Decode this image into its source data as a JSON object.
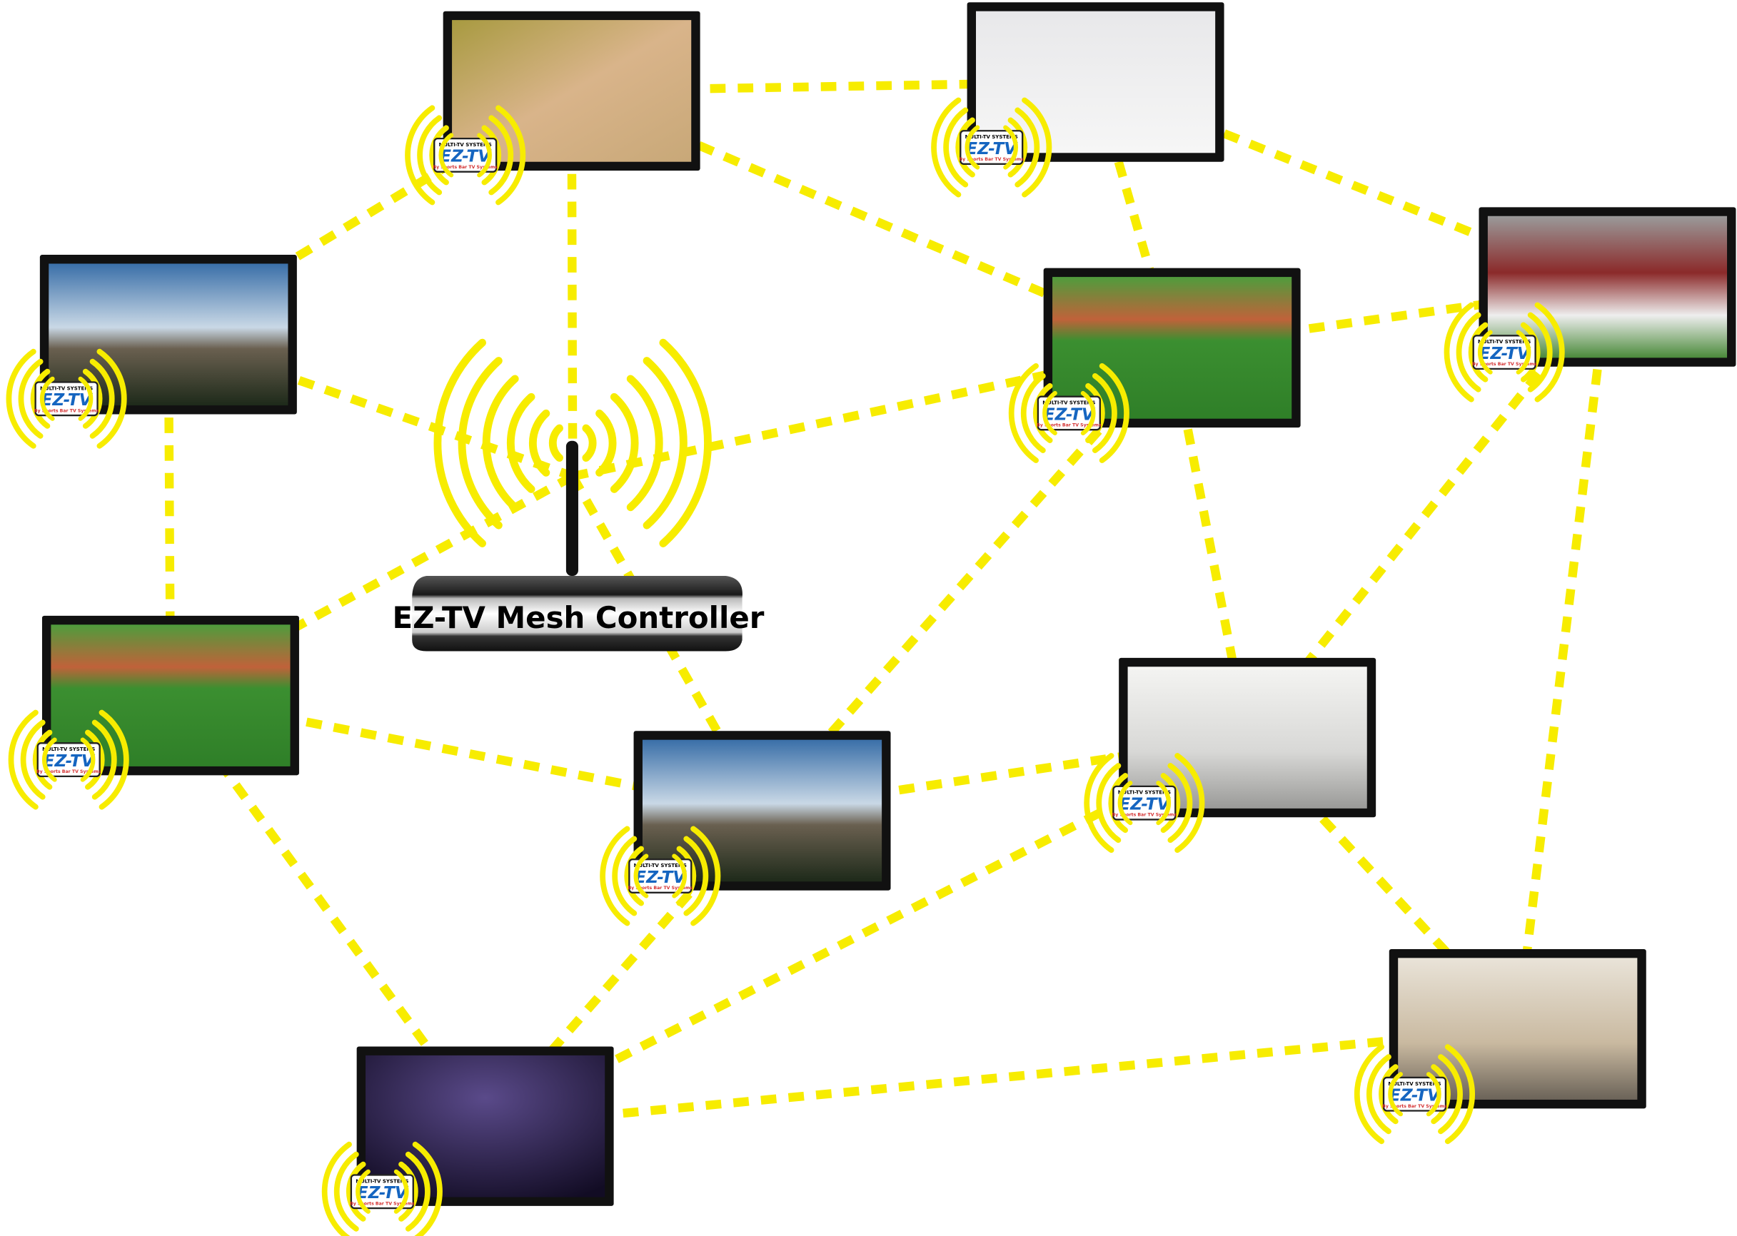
{
  "controller": {
    "label": "EZ-TV Mesh Controller"
  },
  "badge": {
    "top": "MULTI-TV SYSTEMS",
    "logo": "EZ-TV",
    "bottom": "By Sports Bar TV Systems"
  },
  "colors": {
    "mesh_line": "#f7ec00",
    "tv_frame": "#111111",
    "logo_blue": "#1565c0",
    "logo_red": "#d32f2f"
  },
  "nodes": [
    "tv-dance",
    "tv-hockey",
    "tv-baseball-left",
    "tv-football-center",
    "tv-football-right",
    "tv-football-left",
    "tv-baseball-center",
    "tv-kitchen",
    "tv-basketball",
    "tv-cooking"
  ],
  "edges": [
    [
      "tv-dance",
      "tv-hockey"
    ],
    [
      "tv-dance",
      "tv-baseball-left"
    ],
    [
      "tv-dance",
      "controller"
    ],
    [
      "tv-dance",
      "tv-football-center"
    ],
    [
      "tv-hockey",
      "tv-football-center"
    ],
    [
      "tv-hockey",
      "tv-football-right"
    ],
    [
      "tv-baseball-left",
      "controller"
    ],
    [
      "tv-baseball-left",
      "tv-football-left"
    ],
    [
      "controller",
      "tv-football-center"
    ],
    [
      "controller",
      "tv-football-left"
    ],
    [
      "controller",
      "tv-baseball-center"
    ],
    [
      "tv-football-center",
      "tv-football-right"
    ],
    [
      "tv-football-center",
      "tv-baseball-center"
    ],
    [
      "tv-football-center",
      "tv-kitchen"
    ],
    [
      "tv-football-right",
      "tv-kitchen"
    ],
    [
      "tv-football-right",
      "tv-cooking"
    ],
    [
      "tv-football-left",
      "tv-baseball-center"
    ],
    [
      "tv-football-left",
      "tv-basketball"
    ],
    [
      "tv-baseball-center",
      "tv-kitchen"
    ],
    [
      "tv-baseball-center",
      "tv-basketball"
    ],
    [
      "tv-kitchen",
      "tv-basketball"
    ],
    [
      "tv-kitchen",
      "tv-cooking"
    ],
    [
      "tv-basketball",
      "tv-cooking"
    ]
  ]
}
